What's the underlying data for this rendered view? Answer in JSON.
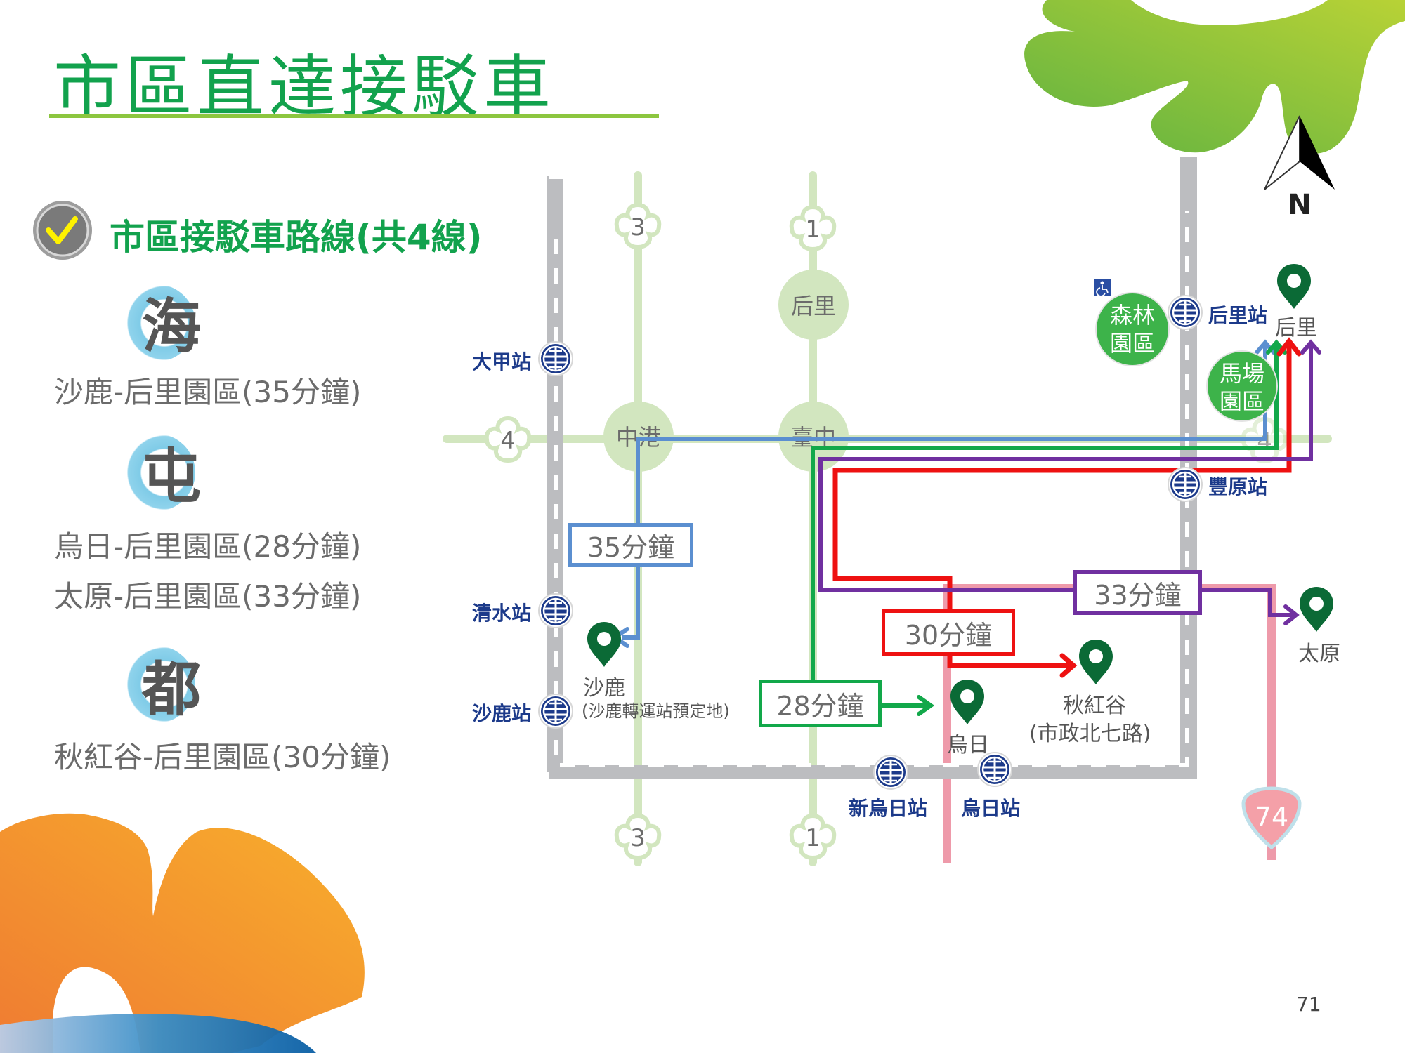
{
  "title": "市區直達接駁車",
  "subheading": "市區接駁車路線(共4線)",
  "districts": [
    {
      "char": "海",
      "routes": [
        "沙鹿-后里園區(35分鐘)"
      ]
    },
    {
      "char": "屯",
      "routes": [
        "烏日-后里園區(28分鐘)",
        "太原-后里園區(33分鐘)"
      ]
    },
    {
      "char": "都",
      "routes": [
        "秋紅谷-后里園區(30分鐘)"
      ]
    }
  ],
  "map": {
    "road_markers": {
      "road3_top": "3",
      "road1_top": "1",
      "road4": "4",
      "road3_bottom": "3",
      "road1_bottom": "1",
      "road4_right": "4",
      "highway74": "74"
    },
    "interchanges": [
      "后里",
      "中港",
      "臺中"
    ],
    "stations": [
      "大甲站",
      "清水站",
      "沙鹿站",
      "新烏日站",
      "烏日站",
      "后里站",
      "豐原站"
    ],
    "parks": [
      "森林\n園區",
      "馬場\n園區"
    ],
    "park_lines": [
      [
        "森林",
        "園區"
      ],
      [
        "馬場",
        "園區"
      ]
    ],
    "destinations": {
      "houli": "后里",
      "shalu": "沙鹿",
      "shalu_note": "(沙鹿轉運站預定地)",
      "wuri": "烏日",
      "qiuhonggu": "秋紅谷",
      "qiuhonggu_note": "(市政北七路)",
      "taiyuan": "太原"
    },
    "compass": "N",
    "routes": [
      {
        "name": "沙鹿",
        "duration": "35分鐘",
        "color": "#5b8fd0"
      },
      {
        "name": "烏日",
        "duration": "28分鐘",
        "color": "#12a84a"
      },
      {
        "name": "秋紅谷",
        "duration": "30分鐘",
        "color": "#ee1111"
      },
      {
        "name": "太原",
        "duration": "33分鐘",
        "color": "#7030a0"
      }
    ]
  },
  "colors": {
    "title_green": "#12a24d",
    "rule_green": "#8cc63f",
    "road_light_green": "#d2e6bf",
    "rail_gray": "#bcbdc0",
    "station_blue": "#1c3a8a",
    "pin_green": "#0b6a36",
    "park_green": "#3db34a",
    "highway_pink": "#ee9aaa"
  },
  "page_number": "71"
}
